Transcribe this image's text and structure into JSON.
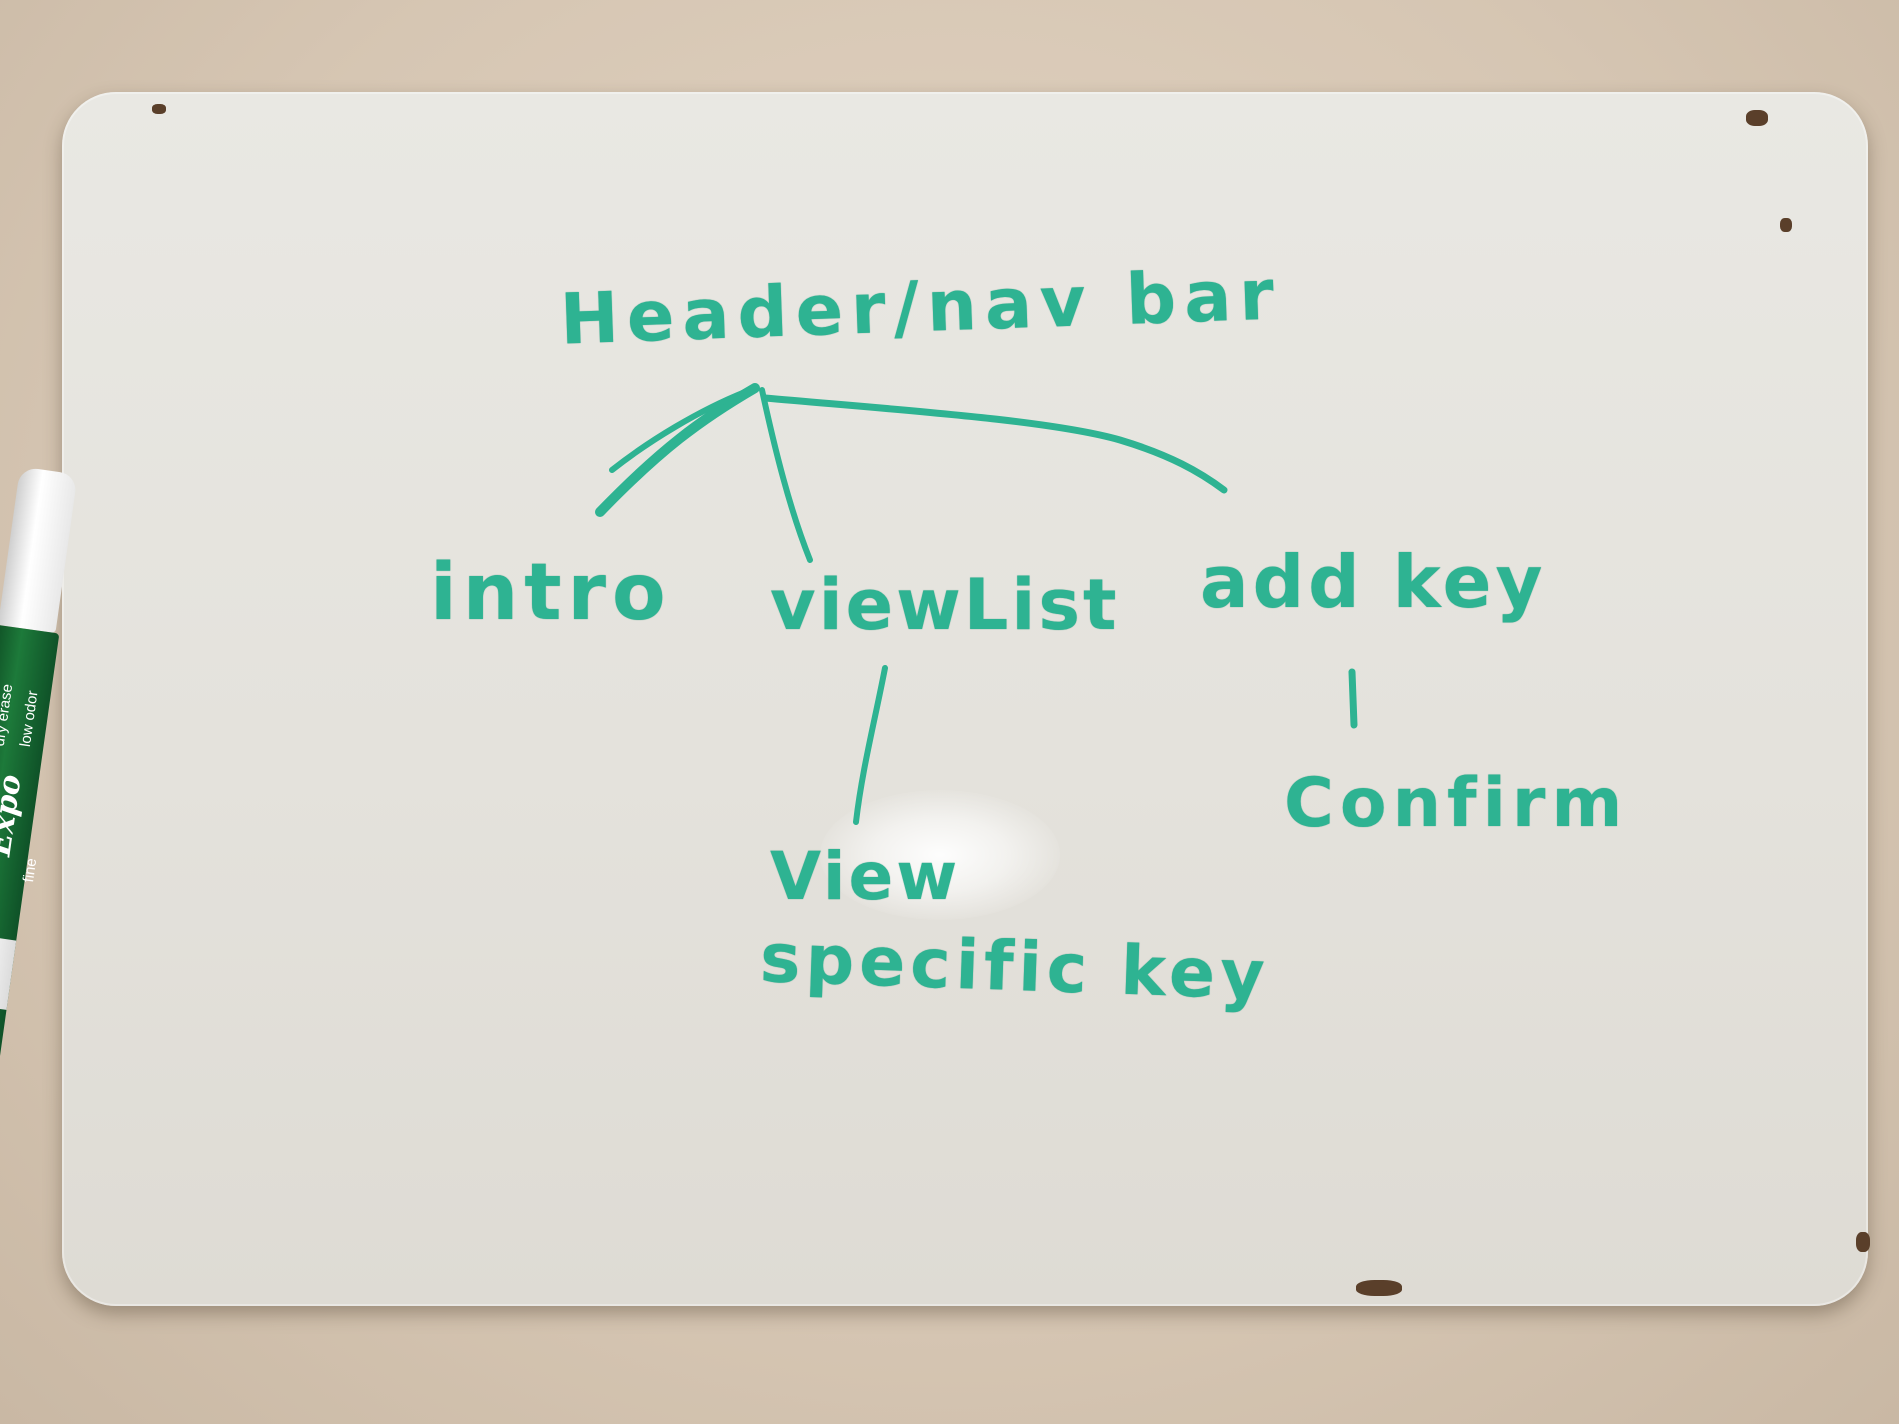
{
  "whiteboard": {
    "root_node": "Header/nav bar",
    "child_nodes": {
      "intro": "intro",
      "view_list": "viewList",
      "add_key": "add key"
    },
    "grandchild_nodes": {
      "view_specific_key_line1": "View",
      "view_specific_key_line2": "specific key",
      "confirm": "Confirm"
    },
    "ink_color": "#2eb392",
    "board_color": "#e6e4de"
  },
  "marker": {
    "brand": "Expo",
    "label_low_odor": "low odor",
    "label_dry_erase": "dry erase",
    "label_fine": "fine",
    "body_color": "#1d7a3a",
    "cap_color": "#f2f2f2"
  }
}
